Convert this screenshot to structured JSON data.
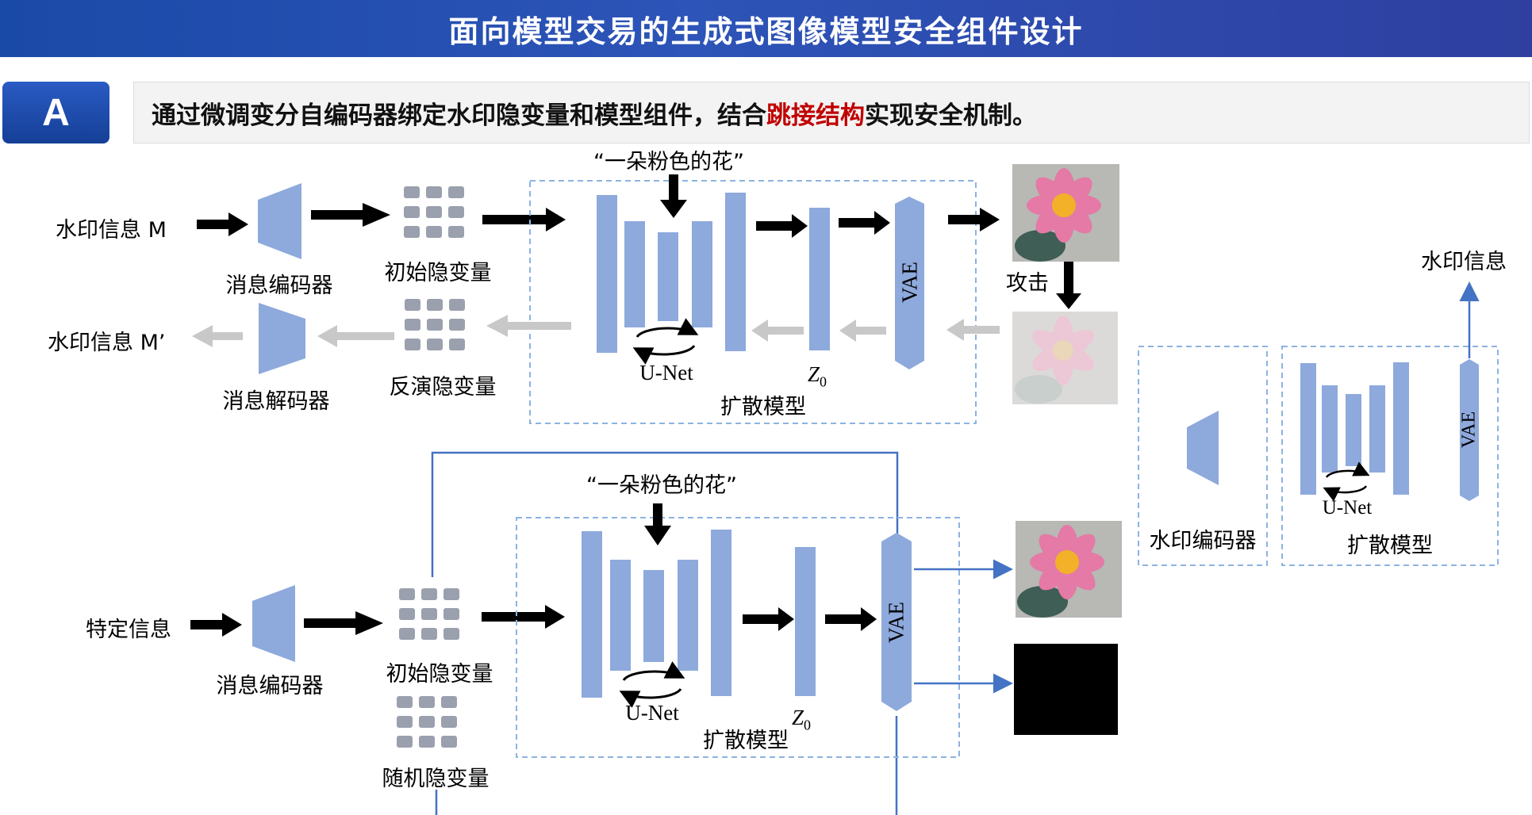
{
  "title": "面向模型交易的生成式图像模型安全组件设计",
  "section_badge": "A",
  "intro": {
    "prefix": "通过微调变分自编码器绑定水印隐变量和模型组件，结合",
    "highlight": "跳接结构",
    "suffix": "实现安全机制。",
    "highlight_color": "#c00000"
  },
  "colors": {
    "block": "#8ea9dc",
    "dashed_border": "#8db3e2",
    "blue_line": "#4472c4",
    "grey_arrow": "#c8c8c8",
    "latent_grid": "#9aa0ad"
  },
  "top": {
    "input_label": "水印信息 M",
    "encoder_label": "消息编码器",
    "initial_latent_label": "初始隐变量",
    "prompt": "“一朵粉色的花”",
    "unet_label": "U-Net",
    "z0_label": "Z",
    "z0_sub": "0",
    "vae_label": "VAE",
    "diffusion_label": "扩散模型",
    "attack_label": "攻击",
    "inverted_latent_label": "反演隐变量",
    "decoder_label": "消息解码器",
    "output_label": "水印信息 M’"
  },
  "bottom": {
    "input_label": "特定信息",
    "encoder_label": "消息编码器",
    "initial_latent_label": "初始隐变量",
    "random_latent_label": "随机隐变量",
    "prompt": "“一朵粉色的花”",
    "unet_label": "U-Net",
    "z0_label": "Z",
    "z0_sub": "0",
    "vae_label": "VAE",
    "diffusion_label": "扩散模型"
  },
  "right": {
    "watermark_encoder_label": "水印编码器",
    "unet_label": "U-Net",
    "vae_label": "VAE",
    "diffusion_label": "扩散模型",
    "output_label": "水印信息"
  },
  "icons": {
    "flower_image": "pink-flower-photo",
    "attacked_image": "faded-flower-photo",
    "black_image": "black-output-image",
    "cycle": "cycle-arrows-icon"
  }
}
